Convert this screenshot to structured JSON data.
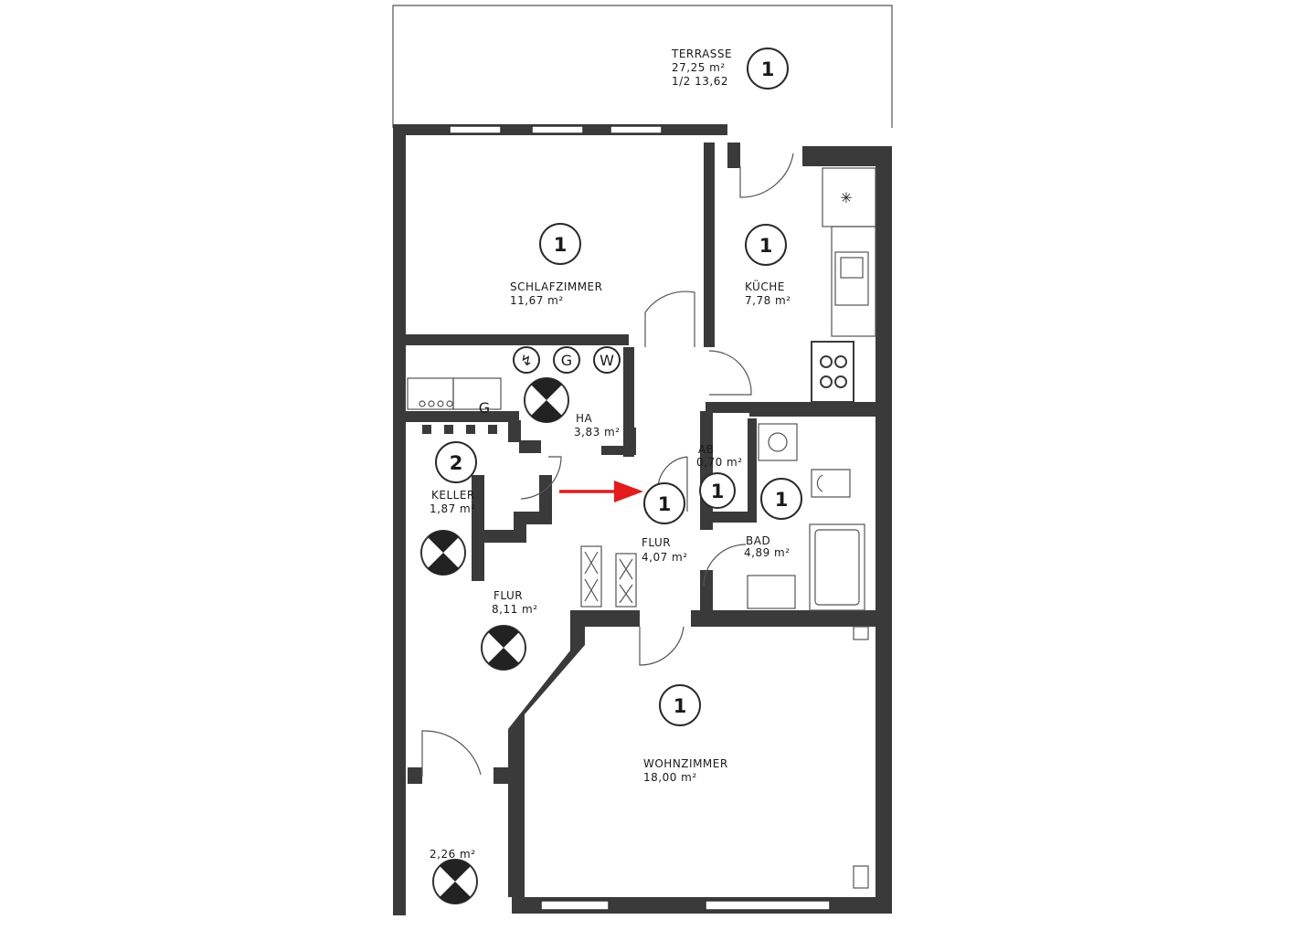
{
  "arrow_color": "#e31b1b",
  "rooms": {
    "terrasse": {
      "name": "TERRASSE",
      "area": "27,25 m²",
      "half": "1/2 13,62",
      "badge": "1"
    },
    "schlafzimmer": {
      "name": "SCHLAFZIMMER",
      "area": "11,67 m²",
      "badge": "1"
    },
    "kueche": {
      "name": "KÜCHE",
      "area": "7,78 m²",
      "badge": "1"
    },
    "ha": {
      "name": "HA",
      "area": "3,83 m²"
    },
    "ab": {
      "name": "AB",
      "area": "0,70 m²",
      "badge": "1"
    },
    "flur_small": {
      "name": "FLUR",
      "area": "4,07 m²",
      "badge": "1"
    },
    "bad": {
      "name": "BAD",
      "area": "4,89 m²",
      "badge": "1"
    },
    "keller": {
      "name": "KELLER",
      "area": "1,87 m²",
      "badge": "2"
    },
    "flur_large": {
      "name": "FLUR",
      "area": "8,11 m²"
    },
    "wohnzimmer": {
      "name": "WOHNZIMMER",
      "area": "18,00 m²",
      "badge": "1"
    },
    "entry": {
      "area": "2,26 m²"
    }
  },
  "meters": {
    "water": "W",
    "gas": "G",
    "electric": "↯"
  },
  "appliances": {
    "gas_label": "G",
    "fridge_icon": "snowflake-icon"
  }
}
